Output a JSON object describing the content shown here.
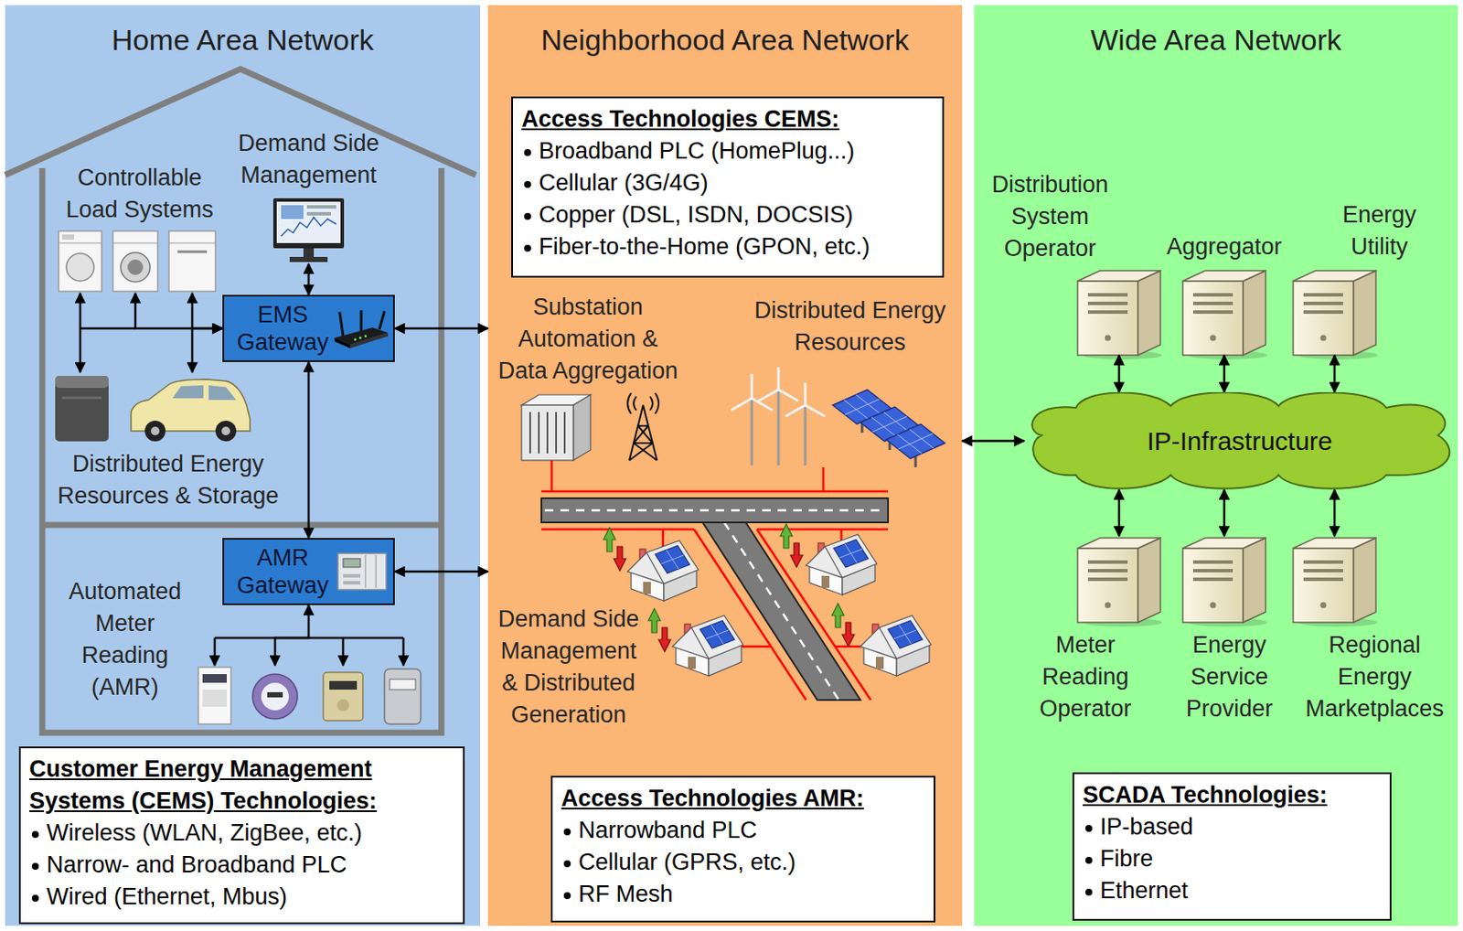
{
  "diagram": {
    "nodes": [
      {
        "text": [
          "Home Area Network"
        ]
      },
      {
        "text": [
          "Demand Side Management"
        ],
        "in": 0
      },
      {
        "text": [
          "Controllable Load Systems"
        ],
        "in": 0
      },
      {
        "text": [
          "EMS Gateway"
        ],
        "in": 0
      },
      {
        "text": [
          "Distributed Energy Resources & Storage"
        ],
        "in": 0
      },
      {
        "text": [
          "AMR Gateway"
        ],
        "in": 0
      },
      {
        "text": [
          "Automated Meter Reading (AMR)"
        ],
        "in": 0
      },
      {
        "text": [
          "Customer Energy Management Systems (CEMS) Technologies:",
          "Wireless (WLAN, ZigBee, etc.)",
          "Narrow- and Broadband PLC",
          "Wired (Ethernet, Mbus)"
        ],
        "in": 0
      },
      {
        "text": [
          "Neighborhood Area Network"
        ]
      },
      {
        "text": [
          "Access Technologies CEMS:",
          "Broadband PLC (HomePlug...)",
          "Cellular (3G/4G)",
          "Copper (DSL, ISDN, DOCSIS)",
          "Fiber-to-the-Home (GPON, etc.)"
        ],
        "in": 8
      },
      {
        "text": [
          "Access Technologies AMR:",
          "Narrowband PLC",
          "Cellular (GPRS, etc.)",
          "RF Mesh"
        ],
        "in": 8
      },
      {
        "text": [
          "Wide Area Network"
        ]
      },
      {
        "text": [
          "Distribution System Operator"
        ],
        "in": 11
      },
      {
        "text": [
          "Aggregator"
        ],
        "in": 11
      },
      {
        "text": [
          "Energy Utility"
        ],
        "in": 11
      },
      {
        "text": [
          "IP-Infrastructure"
        ],
        "in": 11
      },
      {
        "text": [
          "Meter Reading Operator"
        ],
        "in": 11
      },
      {
        "text": [
          "Energy Service Provider"
        ],
        "in": 11
      },
      {
        "text": [
          "Regional Energy Marketplaces"
        ],
        "in": 11
      },
      {
        "text": [
          "SCADA Technologies:",
          "IP-based",
          "Fibre",
          "Ethernet"
        ],
        "in": 11
      }
    ],
    "edges": [
      {
        "from": 1,
        "to": 3,
        "arrow": "both"
      },
      {
        "from": 2,
        "to": 3,
        "arrow": "both"
      },
      {
        "from": 4,
        "to": 3,
        "arrow": "both"
      },
      {
        "from": 3,
        "to": 5,
        "arrow": "both"
      },
      {
        "from": 3,
        "to": 8,
        "arrow": "both"
      },
      {
        "from": 5,
        "to": 8,
        "arrow": "both"
      },
      {
        "from": 5,
        "to": 6,
        "arrow": "both"
      },
      {
        "from": 8,
        "to": 15,
        "arrow": "both"
      },
      {
        "from": 12,
        "to": 15,
        "arrow": "both"
      },
      {
        "from": 13,
        "to": 15,
        "arrow": "both"
      },
      {
        "from": 14,
        "to": 15,
        "arrow": "both"
      },
      {
        "from": 15,
        "to": 16,
        "arrow": "both"
      },
      {
        "from": 15,
        "to": 17,
        "arrow": "both"
      },
      {
        "from": 15,
        "to": 18,
        "arrow": "both"
      }
    ],
    "labels": [
      "Substation Automation & Data Aggregation",
      "Distributed Energy Resources",
      "Demand Side Management & Distributed Generation"
    ]
  }
}
